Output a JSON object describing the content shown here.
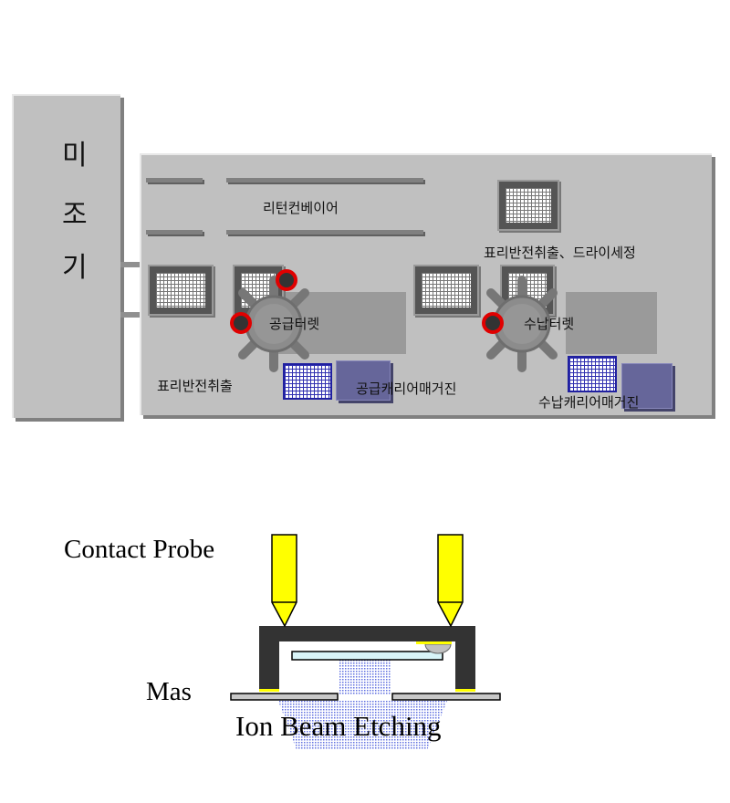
{
  "top": {
    "machine_label": [
      "미",
      "조",
      "기"
    ],
    "return_conveyor": "리턴컨베이어",
    "flip_dry_clean": "표리반전취출、드라이세정",
    "supply_turret": "공급터렛",
    "storage_turret": "수납터렛",
    "flip_takeout": "표리반전취출",
    "supply_carrier_magazine": "공급캐리어매거진",
    "storage_carrier_magazine": "수납캐리어매거진"
  },
  "bottom": {
    "contact_probe": "Contact Probe",
    "mask": "Mas",
    "ion_beam_etching": "Ion Beam Etching"
  },
  "colors": {
    "probe": "#ffff00",
    "frame": "#333333",
    "panel": "#c0c0c0",
    "red_marker": "#e00000",
    "beam": "#6070e0"
  }
}
